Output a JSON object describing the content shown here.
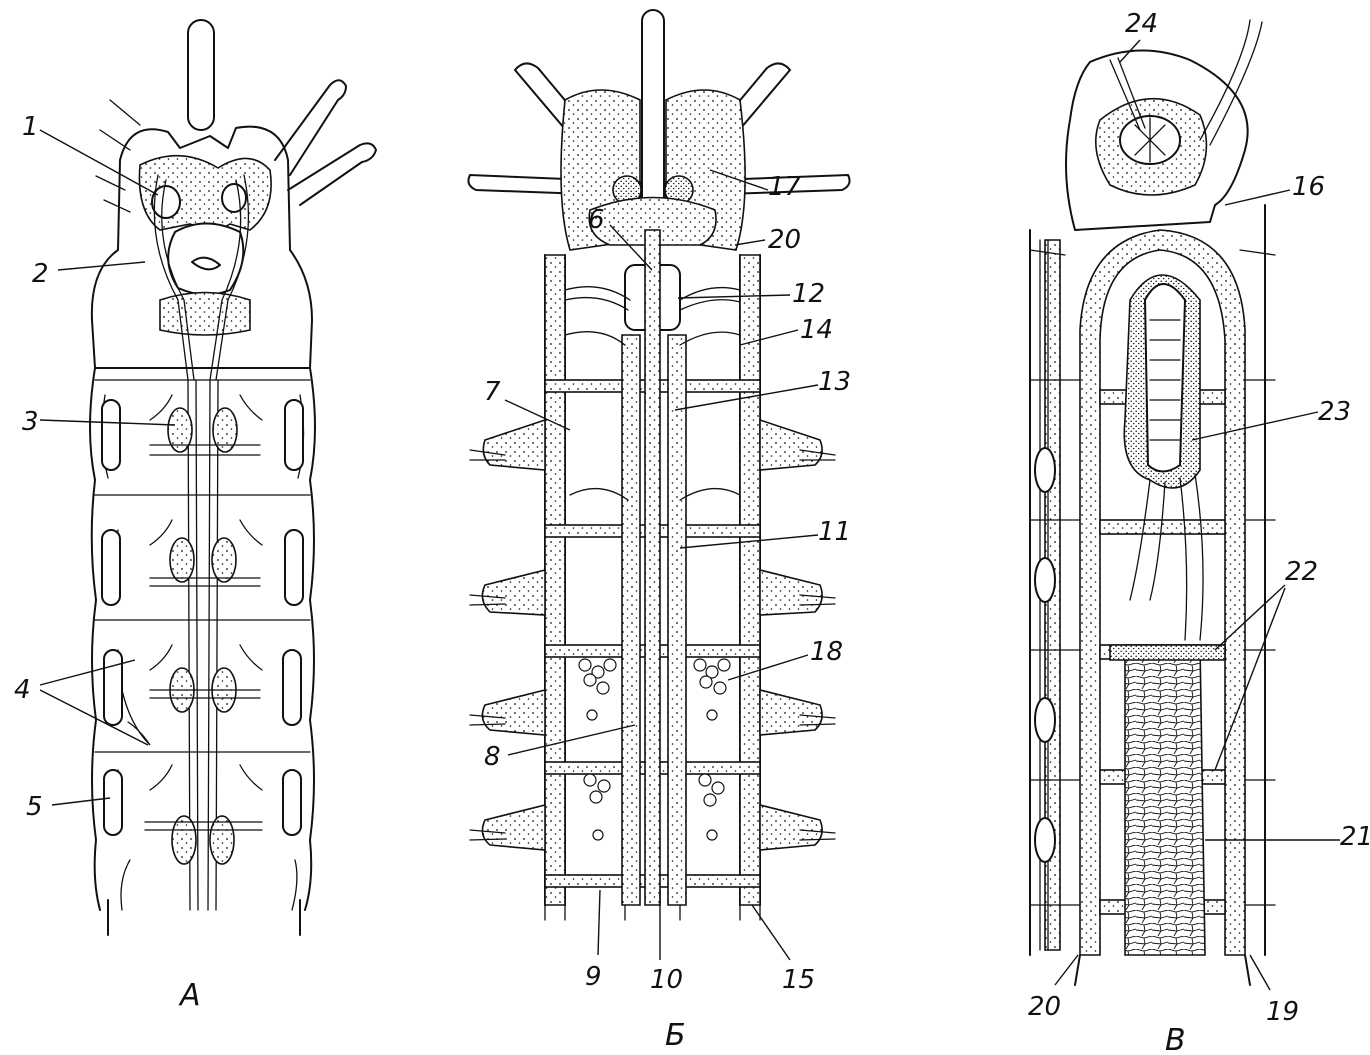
{
  "panels": {
    "a": {
      "caption": "A",
      "labels": [
        "1",
        "2",
        "3",
        "4",
        "5"
      ]
    },
    "b": {
      "caption": "Б",
      "labels": [
        "6",
        "7",
        "8",
        "9",
        "10",
        "11",
        "12",
        "13",
        "14",
        "15",
        "17",
        "18",
        "20"
      ]
    },
    "c": {
      "caption": "В",
      "labels": [
        "16",
        "19",
        "20",
        "21",
        "22",
        "23",
        "24"
      ]
    }
  }
}
